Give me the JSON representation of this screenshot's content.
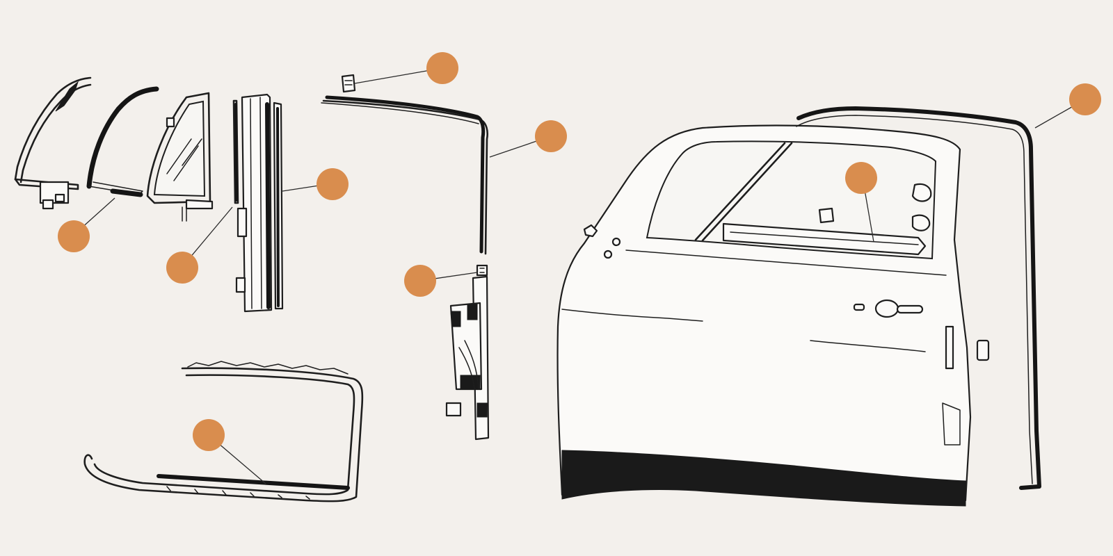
{
  "diagram": {
    "marker_color": "#d98d4e",
    "line_color": "#2a2a2a",
    "background": "#f3f0ec",
    "markers": [
      {
        "id": "quarter-vent-seal",
        "label": ""
      },
      {
        "id": "division-channel-felt",
        "label": ""
      },
      {
        "id": "division-channel-seal",
        "label": ""
      },
      {
        "id": "upper-clip",
        "label": ""
      },
      {
        "id": "window-frame-seal",
        "label": ""
      },
      {
        "id": "lower-clip",
        "label": ""
      },
      {
        "id": "body-aperture-seal",
        "label": ""
      },
      {
        "id": "waist-rail-seal",
        "label": ""
      },
      {
        "id": "door-shell-seal",
        "label": ""
      }
    ]
  }
}
